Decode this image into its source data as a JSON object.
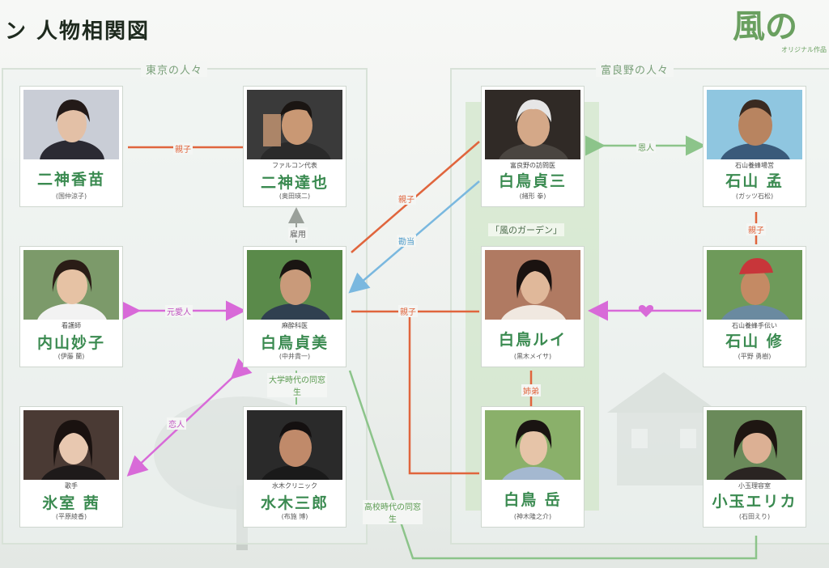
{
  "title": "ン 人物相関図",
  "logo": {
    "text": "風の",
    "subtitle": "オリジナル作品"
  },
  "groups": {
    "tokyo": "東京の人々",
    "furano": "富良野の人々",
    "garden": "「風のガーデン」"
  },
  "people": [
    {
      "id": "mikami-kanae",
      "role": "",
      "name": "二神香苗",
      "actor": "(国仲涼子)"
    },
    {
      "id": "mikami-tatsuya",
      "role": "ファルコン代表",
      "name": "二神達也",
      "actor": "(奥田瑛二)"
    },
    {
      "id": "shiratori-teizo",
      "role": "富良野の訪問医",
      "name": "白鳥貞三",
      "actor": "(緒形 拳)"
    },
    {
      "id": "ishiyama-osamu-father",
      "role": "石山養蜂場営",
      "name": "石山 孟",
      "actor": "(ガッツ石松)"
    },
    {
      "id": "uchiyama-taeko",
      "role": "看護師",
      "name": "内山妙子",
      "actor": "(伊藤 蘭)"
    },
    {
      "id": "shiratori-sadami",
      "role": "麻酔科医",
      "name": "白鳥貞美",
      "actor": "(中井貴一)"
    },
    {
      "id": "shiratori-rui",
      "role": "",
      "name": "白鳥ルイ",
      "actor": "(黒木メイサ)"
    },
    {
      "id": "ishiyama-osamu",
      "role": "石山養蜂手伝い",
      "name": "石山 修",
      "actor": "(平野 勇樹)"
    },
    {
      "id": "himuro-akane",
      "role": "歌手",
      "name": "氷室 茜",
      "actor": "(平原綾香)"
    },
    {
      "id": "mizuki-saburo",
      "role": "水木クリニック",
      "name": "水木三郎",
      "actor": "(布施 博)"
    },
    {
      "id": "shiratori-gaku",
      "role": "",
      "name": "白鳥 岳",
      "actor": "(神木隆之介)"
    },
    {
      "id": "kodama-erika",
      "role": "小玉理容室",
      "name": "小玉エリカ",
      "actor": "(石田えり)"
    }
  ],
  "relations": {
    "oyako_top": "親子",
    "ryuho_top": "恩人",
    "koyo": "雇用",
    "moto_koibito": "元愛人",
    "oyako_mid": "親子",
    "oyako_diag": "親子",
    "kandou": "勘当",
    "oyako_right": "親子",
    "koibito": "恋人",
    "kyodai": "姉弟",
    "daigaku": "大学時代の同窓生",
    "koko": "高校時代の同窓生"
  },
  "colors": {
    "oyako": "#e0653d",
    "kandou": "#7ab8df",
    "love": "#d86ad8",
    "friend": "#8cc48a",
    "boss": "#9aa09a"
  }
}
